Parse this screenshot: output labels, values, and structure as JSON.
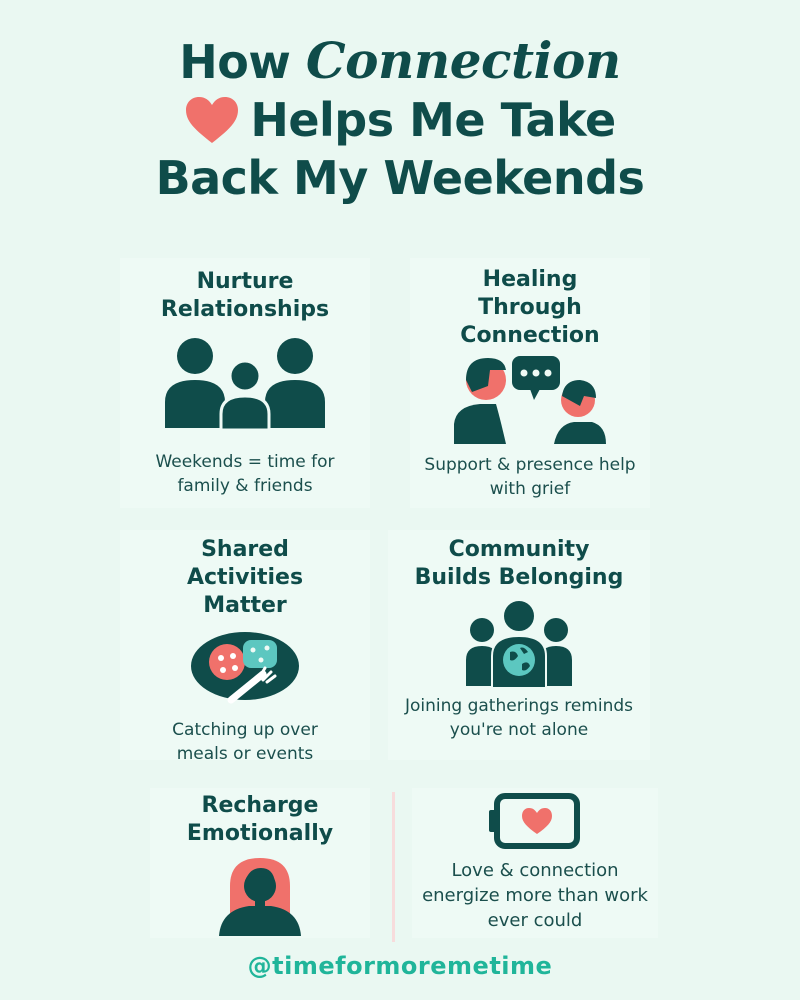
{
  "title": {
    "part1": "How",
    "highlight": "Connection",
    "part2": "Helps Me Take",
    "part3": "Back My Weekends"
  },
  "cards": [
    {
      "heading": "Nurture Relationships",
      "text": "Weekends = time for family & friends",
      "icon": "family-icon"
    },
    {
      "heading": "Healing Through Connection",
      "text": "Support & presence help with grief",
      "icon": "conversation-icon"
    },
    {
      "heading": "Shared Activities Matter",
      "text": "Catching up over meals or events",
      "icon": "meal-plate-icon"
    },
    {
      "heading": "Community Builds Belonging",
      "text": "Joining gatherings reminds you're not alone",
      "icon": "community-globe-icon"
    },
    {
      "heading": "Recharge Emotionally",
      "text": "",
      "icon": "person-silhouette-icon"
    },
    {
      "heading": "",
      "text": "Love & connection energize more than work ever could",
      "icon": "heart-battery-icon"
    }
  ],
  "footer": {
    "handle": "@timeformoremetime"
  },
  "colors": {
    "background": "#eaf8f2",
    "primary": "#0f4c4a",
    "accent": "#f0716b",
    "handle": "#20b59a",
    "teal": "#5cc7c0"
  }
}
